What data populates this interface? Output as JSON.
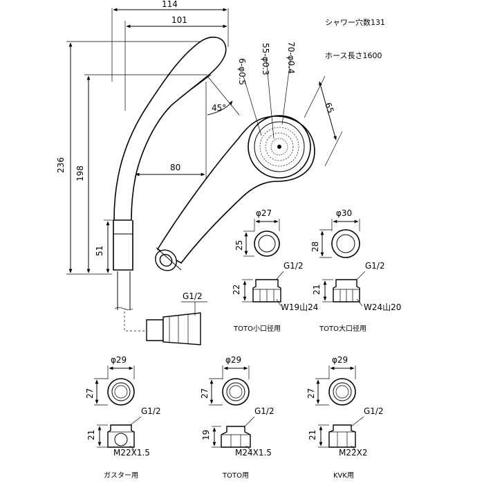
{
  "notes": {
    "shower_holes": "シャワー穴数131",
    "hose_length": "ホース長さ1600"
  },
  "head_dims": {
    "w114": "114",
    "w101": "101",
    "h236": "236",
    "h198": "198",
    "w80": "80",
    "h51": "51",
    "angle": "45°",
    "face_65": "65",
    "holes_a": "6-φ0.5",
    "holes_b": "55-φ0.3",
    "holes_c": "70-φ0.4",
    "hose_thread": "G1/2"
  },
  "adapters": [
    {
      "id": "toto-small",
      "dia": "φ27",
      "height": "25",
      "thread": "G1/2",
      "height2": "22",
      "spec": "W19山24",
      "caption": "TOTO小口径用"
    },
    {
      "id": "toto-large",
      "dia": "φ30",
      "height": "28",
      "thread": "G1/2",
      "height2": "21",
      "spec": "W24山20",
      "caption": "TOTO大口径用"
    },
    {
      "id": "gaster",
      "dia": "φ29",
      "height": "27",
      "thread": "G1/2",
      "height2": "21",
      "spec": "M22X1.5",
      "caption": "ガスター用"
    },
    {
      "id": "toto",
      "dia": "φ29",
      "height": "27",
      "thread": "G1/2",
      "height2": "19",
      "spec": "M24X1.5",
      "caption": "TOTO用"
    },
    {
      "id": "kvk",
      "dia": "φ29",
      "height": "27",
      "thread": "G1/2",
      "height2": "21",
      "spec": "M22X2",
      "caption": "KVK用"
    }
  ]
}
